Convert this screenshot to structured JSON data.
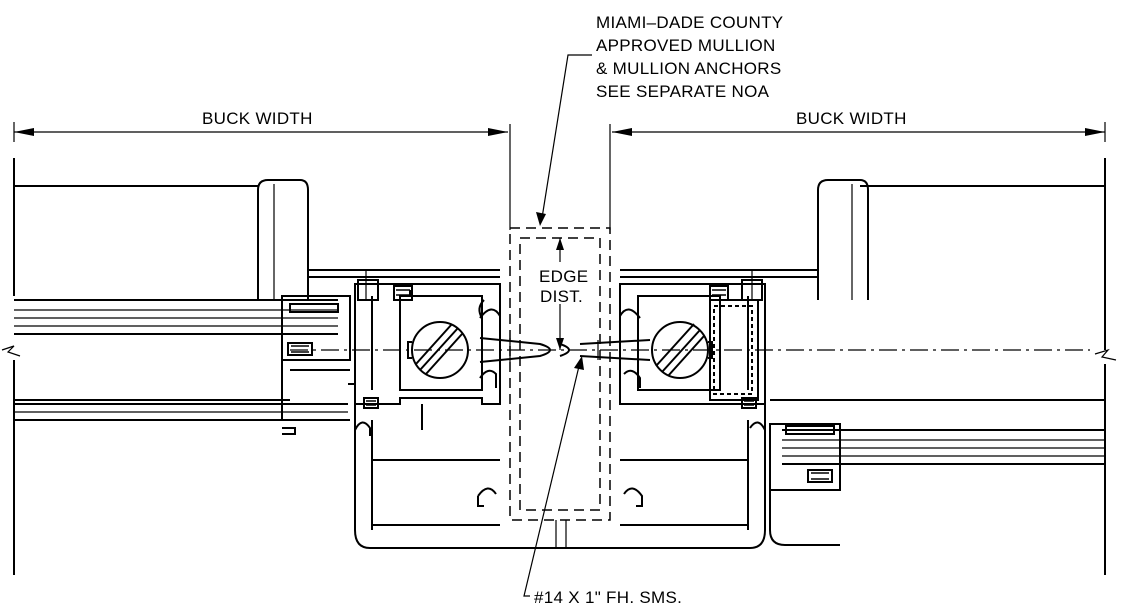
{
  "title": "",
  "callouts": {
    "mullion_note": [
      "MIAMI–DADE COUNTY",
      "APPROVED MULLION",
      "& MULLION ANCHORS",
      "SEE SEPARATE NOA"
    ],
    "edge_distance": [
      "EDGE",
      "DIST."
    ],
    "fastener": "#14 X 1\" FH. SMS."
  },
  "dimensions": {
    "left_width_label": "BUCK WIDTH",
    "right_width_label": "BUCK WIDTH"
  }
}
